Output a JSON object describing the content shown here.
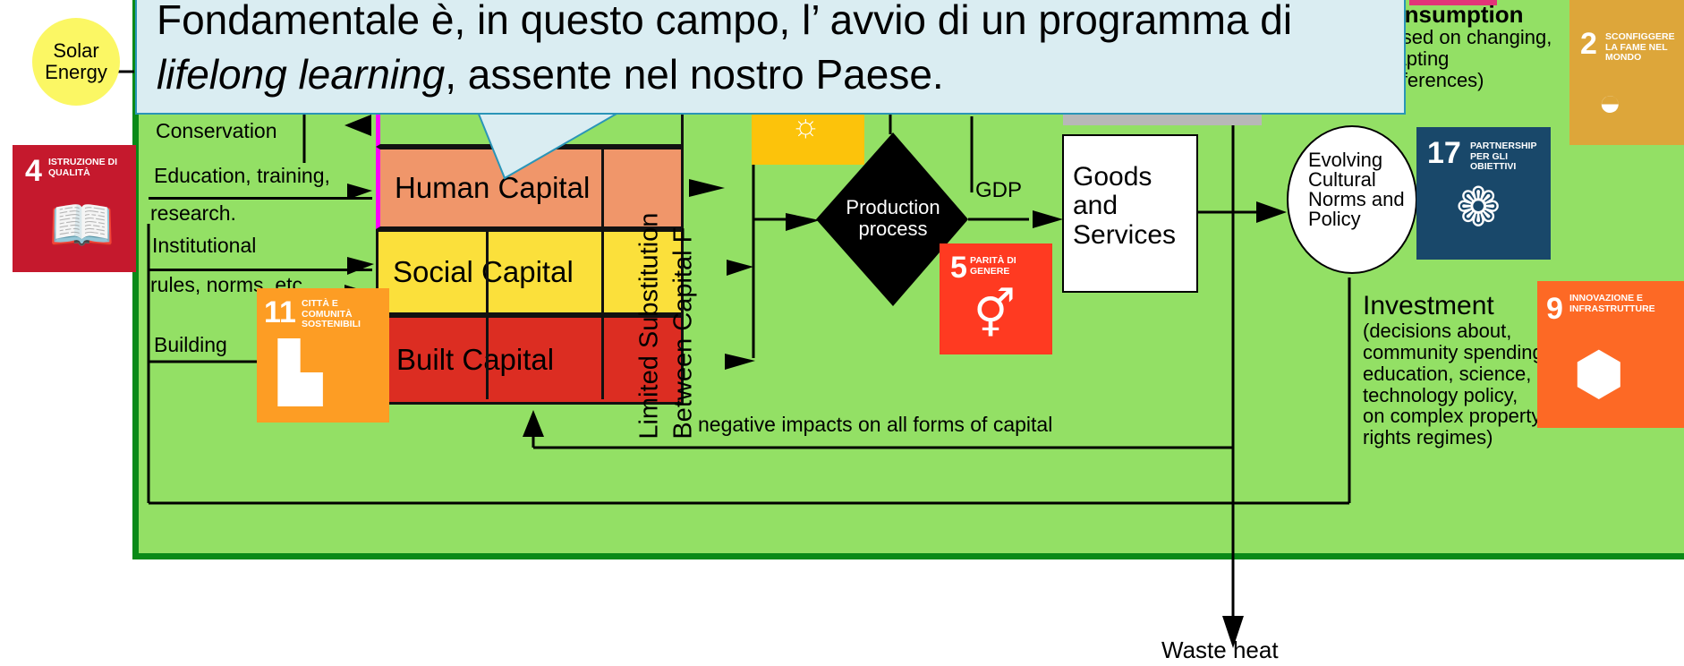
{
  "callout": {
    "line1": "Fondamentale è, in questo campo, l’ avvio di un programma di",
    "line2_italic": "lifelong learning",
    "line2_rest": ", assente nel nostro Paese."
  },
  "solar": {
    "line1": "Solar",
    "line2": "Energy"
  },
  "left_labels": {
    "conservation": "Conservation",
    "education": "Education, training,",
    "research": "research.",
    "institutional": "Institutional",
    "rules": "rules, norms, etc.",
    "building": "Building"
  },
  "capitals": {
    "human": "Human Capital",
    "social": "Social Capital",
    "built": "Built Capital",
    "limited": "Limited Substitution",
    "between": "Between Capital F"
  },
  "production": {
    "line1": "Production",
    "line2": "process",
    "gdp": "GDP"
  },
  "goods": {
    "line1": "Goods",
    "line2": "and",
    "line3": "Services"
  },
  "norms": {
    "line1": "Evolving",
    "line2": "Cultural",
    "line3": "Norms and",
    "line4": "Policy"
  },
  "consumption": {
    "title": "Consumption",
    "line2": "(based on changing,",
    "line3": "adapting",
    "line4": "preferences)"
  },
  "investment": {
    "title": "Investment",
    "l1": "(decisions about,",
    "l2": "community spending,",
    "l3": "education, science,",
    "l4": "technology  policy,",
    "l5": "on complex property",
    "l6": "rights regimes)"
  },
  "negative": "negative impacts on all forms of capital",
  "waste": "Waste heat",
  "sdg": {
    "g2": {
      "num": "2",
      "label": "Sconfiggere la fame nel mondo",
      "color": "#dda63a"
    },
    "g4": {
      "num": "4",
      "label": "Istruzione di qualità",
      "color": "#c5192d"
    },
    "g5": {
      "num": "5",
      "label": "Parità di genere",
      "color": "#ff3a21"
    },
    "g9": {
      "num": "9",
      "label": "Innovazione e infrastrutture",
      "color": "#fd6925"
    },
    "g11": {
      "num": "11",
      "label": "Città e comunità sostenibili",
      "color": "#fd9d24"
    },
    "g17": {
      "num": "17",
      "label": "Partnership per gli obiettivi",
      "color": "#19486a"
    }
  }
}
